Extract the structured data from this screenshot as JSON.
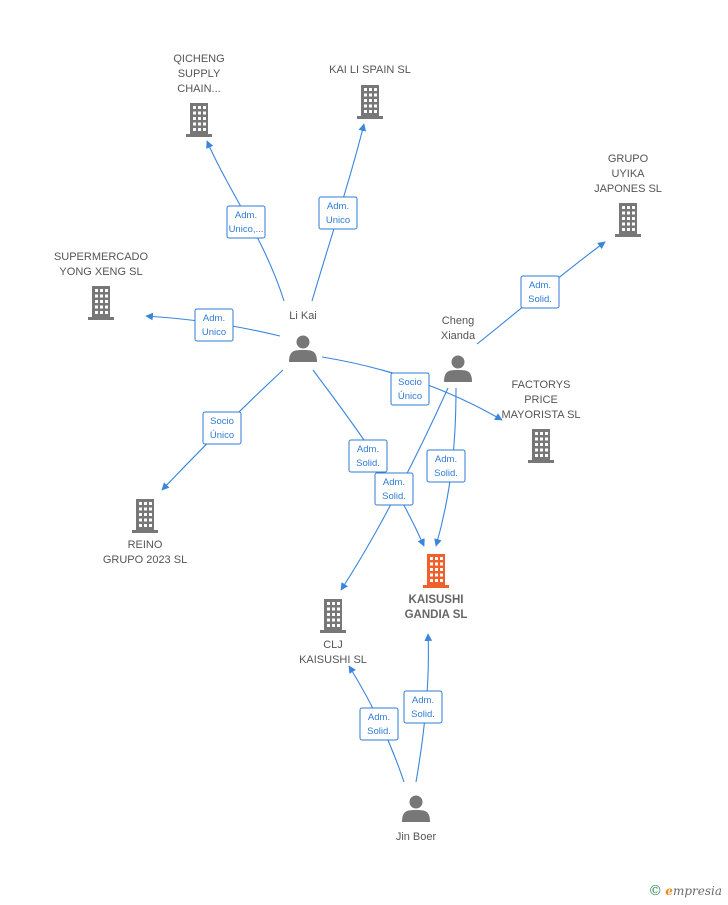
{
  "colors": {
    "edge": "#3a86dc",
    "company": "#777777",
    "focus": "#f0602c",
    "person": "#777777"
  },
  "nodes": [
    {
      "id": "qicheng",
      "type": "company",
      "label": [
        "QICHENG",
        "SUPPLY",
        "CHAIN..."
      ]
    },
    {
      "id": "kaili",
      "type": "company",
      "label": [
        "KAI LI SPAIN SL"
      ]
    },
    {
      "id": "uyika",
      "type": "company",
      "label": [
        "GRUPO",
        "UYIKA",
        "JAPONES  SL"
      ]
    },
    {
      "id": "supermercado",
      "type": "company",
      "label": [
        "SUPERMERCADO",
        "YONG XENG SL"
      ]
    },
    {
      "id": "likai",
      "type": "person",
      "label": [
        "Li Kai"
      ]
    },
    {
      "id": "cheng",
      "type": "person",
      "label": [
        "Cheng",
        "Xianda"
      ]
    },
    {
      "id": "factorys",
      "type": "company",
      "label": [
        "FACTORYS",
        "PRICE",
        "MAYORISTA  SL"
      ]
    },
    {
      "id": "reino",
      "type": "company",
      "label": [
        "REINO",
        "GRUPO 2023  SL"
      ]
    },
    {
      "id": "kaisushi",
      "type": "company-focus",
      "label": [
        "KAISUSHI",
        "GANDIA  SL"
      ]
    },
    {
      "id": "clj",
      "type": "company",
      "label": [
        "CLJ",
        "KAISUSHI  SL"
      ]
    },
    {
      "id": "jinboer",
      "type": "person",
      "label": [
        "Jin Boer"
      ]
    }
  ],
  "edges": [
    {
      "from": "likai",
      "to": "qicheng",
      "label": [
        "Adm.",
        "Unico,..."
      ]
    },
    {
      "from": "likai",
      "to": "kaili",
      "label": [
        "Adm.",
        "Unico"
      ]
    },
    {
      "from": "likai",
      "to": "supermercado",
      "label": [
        "Adm.",
        "Unico"
      ]
    },
    {
      "from": "likai",
      "to": "reino",
      "label": [
        "Socio",
        "Único"
      ]
    },
    {
      "from": "likai",
      "to": "factorys",
      "label": [
        "Socio",
        "Único"
      ]
    },
    {
      "from": "likai",
      "to": "kaisushi",
      "label": [
        "Adm.",
        "Solid."
      ]
    },
    {
      "from": "cheng",
      "to": "uyika",
      "label": [
        "Adm.",
        "Solid."
      ]
    },
    {
      "from": "cheng",
      "to": "kaisushi",
      "label": [
        "Adm.",
        "Solid."
      ]
    },
    {
      "from": "cheng",
      "to": "clj",
      "label": [
        "Adm.",
        "Solid."
      ]
    },
    {
      "from": "jinboer",
      "to": "clj",
      "label": [
        "Adm.",
        "Solid."
      ]
    },
    {
      "from": "jinboer",
      "to": "kaisushi",
      "label": [
        "Adm.",
        "Solid."
      ]
    }
  ],
  "brand": {
    "symbol": "©",
    "initial": "e",
    "rest": "mpresia"
  }
}
